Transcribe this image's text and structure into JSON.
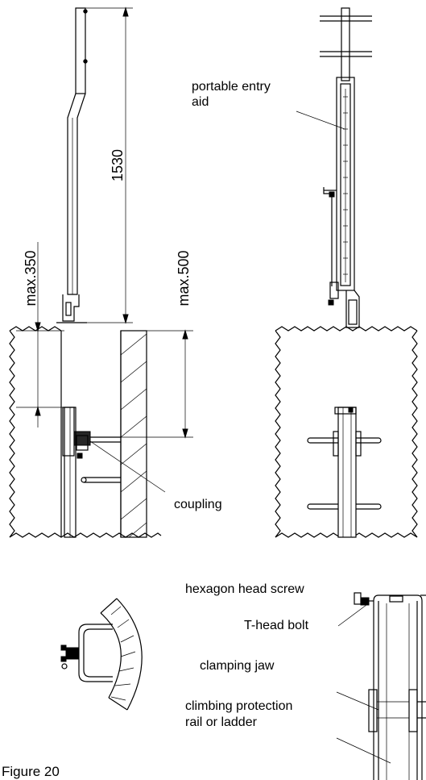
{
  "labels": {
    "portable_entry_aid": [
      "portable entry",
      "aid"
    ],
    "coupling": "coupling",
    "hexagon_head_screw": "hexagon head screw",
    "t_head_bolt": "T-head bolt",
    "clamping_jaw": "clamping jaw",
    "climbing_protection": [
      "climbing protection",
      "rail or ladder"
    ]
  },
  "dimensions": {
    "height": "1530",
    "max_350": "max.350",
    "max_500": "max.500"
  },
  "caption": "Figure 20"
}
